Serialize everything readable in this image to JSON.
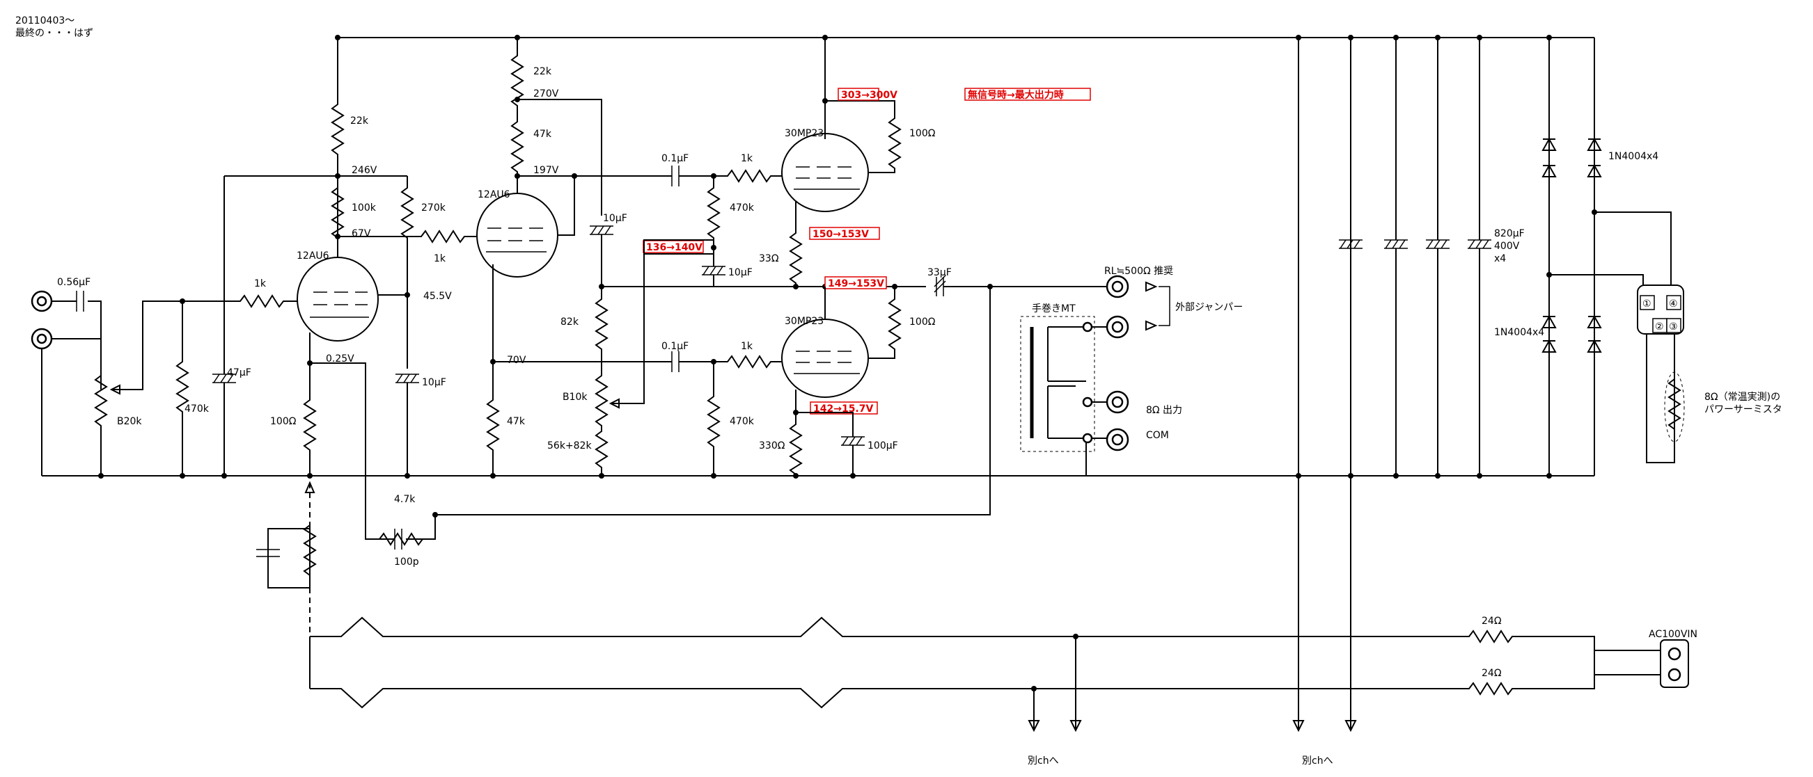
{
  "header": {
    "date_line": "20110403～",
    "note_line": "最終の・・・はず"
  },
  "tubes": {
    "v1": "12AU6",
    "v2": "12AU6",
    "v3": "30MP23",
    "v4": "30MP23"
  },
  "resistors": {
    "r_22k_a": "22k",
    "r_22k_b": "22k",
    "r_47k_top": "47k",
    "r_100k": "100k",
    "r_270k": "270k",
    "r_1k_grid1": "1k",
    "r_1k_grid2": "1k",
    "r_1k_grid3": "1k",
    "r_1k_grid4": "1k",
    "r_470k_in": "470k",
    "r_470k_g3": "470k",
    "r_470k_g4": "470k",
    "r_100_cath1": "100Ω",
    "r_47k_bot": "47k",
    "r_82k": "82k",
    "vr_b10k": "B10k",
    "r_56k82k": "56k+82k",
    "r_33": "33Ω",
    "r_100_p3": "100Ω",
    "r_100_p4": "100Ω",
    "r_330": "330Ω",
    "r_4_7k": "4.7k",
    "vr_b20k": "B20k",
    "r_24_a": "24Ω",
    "r_24_b": "24Ω",
    "thermistor": "8Ω（常温実測)の",
    "thermistor_2": "パワーサーミスタ"
  },
  "capacitors": {
    "c_in": "0.56μF",
    "c_47u": "47μF",
    "c_10u_sg": "10μF",
    "c_10u_v2": "10μF",
    "c_01u_a": "0.1μF",
    "c_01u_b": "0.1μF",
    "c_10u_k3": "10μF",
    "c_33u": "33μF",
    "c_100u": "100μF",
    "c_100p": "100p",
    "c_820u": "820μF",
    "c_820u_v": "400V",
    "c_820u_n": "x4"
  },
  "voltages": {
    "v246": "246V",
    "v67": "67V",
    "v45_5": "45.5V",
    "v0_25": "0.25V",
    "v270": "270V",
    "v197": "197V",
    "v70": "70V"
  },
  "measurements": {
    "m1": "303→300V",
    "m2": "150→153V",
    "m3": "136→140V",
    "m4": "149→153V",
    "m5": "142→15.7V",
    "legend": "無信号時→最大出力時"
  },
  "diodes": {
    "d_top": "1N4004x4",
    "d_bot": "1N4004x4"
  },
  "outputs": {
    "rl": "RL≒500Ω 推奨",
    "ext_jumper": "外部ジャンパー",
    "hand_mt": "手巻きMT",
    "out8": "8Ω 出力",
    "com": "COM",
    "ac_in": "AC100VIN",
    "other_ch_1": "別chへ",
    "other_ch_2": "別chへ"
  },
  "bridge_pins": [
    "①",
    "④",
    "②",
    "③"
  ]
}
